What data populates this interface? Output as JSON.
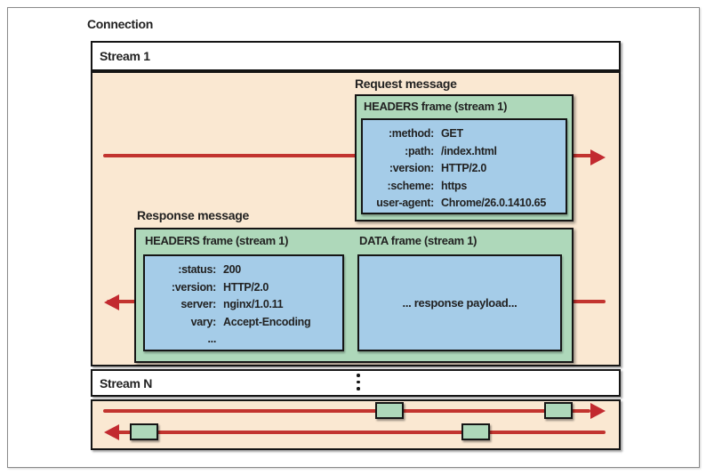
{
  "figure": {
    "connection_label": "Connection"
  },
  "streams": {
    "stream1_label": "Stream 1",
    "streamN_label": "Stream N"
  },
  "request": {
    "message_label": "Request message",
    "frame_title": "HEADERS frame (stream 1)",
    "fields": [
      {
        "k": ":method:",
        "v": "GET"
      },
      {
        "k": ":path:",
        "v": "/index.html"
      },
      {
        "k": ":version:",
        "v": "HTTP/2.0"
      },
      {
        "k": ":scheme:",
        "v": "https"
      },
      {
        "k": "user-agent:",
        "v": "Chrome/26.0.1410.65"
      }
    ]
  },
  "response": {
    "message_label": "Response message",
    "headers_frame_title": "HEADERS frame (stream 1)",
    "data_frame_title": "DATA frame (stream 1)",
    "fields": [
      {
        "k": ":status:",
        "v": "200"
      },
      {
        "k": ":version:",
        "v": "HTTP/2.0"
      },
      {
        "k": "server:",
        "v": "nginx/1.0.11"
      },
      {
        "k": "vary:",
        "v": "Accept-Encoding"
      },
      {
        "k": "...",
        "v": ""
      }
    ],
    "data_frame_text": "... response payload..."
  },
  "icons": {
    "stream_gap_icon": "vertical-ellipsis"
  },
  "colors": {
    "panel_peach": "#fae8d2",
    "frame_green": "#aed8ba",
    "header_blue": "#a5cce8",
    "arrow_red": "#c22a30",
    "border_black": "#151515"
  }
}
